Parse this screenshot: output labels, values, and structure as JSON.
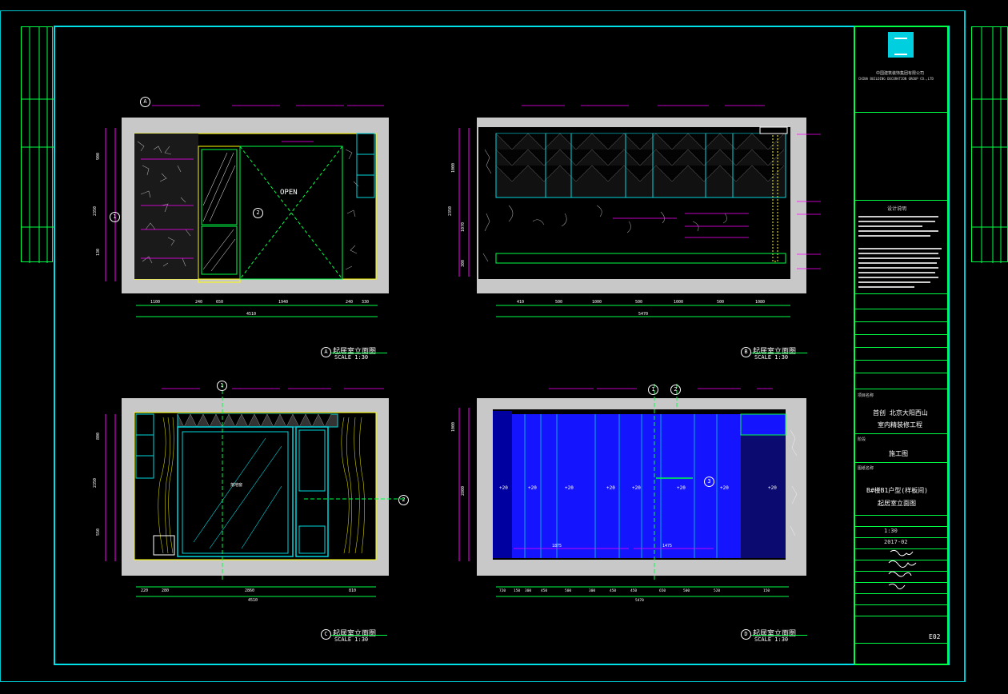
{
  "titleblock": {
    "company_cn": "中国建筑装饰集团有限公司",
    "company_en": "CHINA BUILDING DECORATION GROUP CO.,LTD",
    "design_notes_title": "设计说明",
    "project_label": "项目名称",
    "project_name_1": "首创 北京大阳西山",
    "project_name_2": "室内精装修工程",
    "stage_label": "阶段",
    "stage": "施工图",
    "drawing_title_label": "图纸名称",
    "drawing_title_1": "B#楼B1户型(样板间)",
    "drawing_title_2": "起居室立面图",
    "scale_value": "1:30",
    "date_value": "2017-02",
    "drawing_no": "E02"
  },
  "views": [
    {
      "letter": "A",
      "title": "起居室立面图",
      "scale": "SCALE 1:30"
    },
    {
      "letter": "B",
      "title": "起居室立面图",
      "scale": "SCALE 1:30"
    },
    {
      "letter": "C",
      "title": "起居室立面图",
      "scale": "SCALE 1:30"
    },
    {
      "letter": "D",
      "title": "起居室立面图",
      "scale": "SCALE 1:30"
    }
  ],
  "view_a": {
    "open_label": "OPEN",
    "dims_bottom": [
      "1100",
      "240",
      "650",
      "1940",
      "240",
      "330"
    ],
    "dim_total": "4510",
    "dims_left": [
      "900",
      "2350",
      "130"
    ]
  },
  "view_b": {
    "dims_bottom": [
      "410",
      "500",
      "1000",
      "500",
      "1000",
      "500",
      "1080"
    ],
    "dim_total": "5470",
    "dims_left": [
      "1000",
      "2350",
      "1070",
      "300"
    ]
  },
  "view_c": {
    "center_label": "落地窗",
    "dims_bottom": [
      "220",
      "280",
      "2860",
      "810"
    ],
    "dim_total": "4510",
    "dims_left": [
      "800",
      "2350",
      "550"
    ]
  },
  "view_d": {
    "plus_labels": [
      "+20",
      "+20",
      "+20",
      "+20",
      "+20",
      "+20",
      "+20",
      "+20"
    ],
    "dims_bottom": [
      "720",
      "150",
      "300",
      "450",
      "500",
      "300",
      "450",
      "450",
      "650",
      "500",
      "520",
      "150"
    ],
    "dim_total": "5470",
    "dims_left": [
      "1000",
      "2800"
    ],
    "inner_dims": [
      "1875",
      "1475"
    ]
  },
  "colors": {
    "frame": "#00d8e0",
    "titleblock": "#00ff44",
    "wall_fill": "#c8c8c8",
    "blue_panel": "#1414ff",
    "leader": "#ff00ff",
    "yellow": "#ffff00"
  }
}
